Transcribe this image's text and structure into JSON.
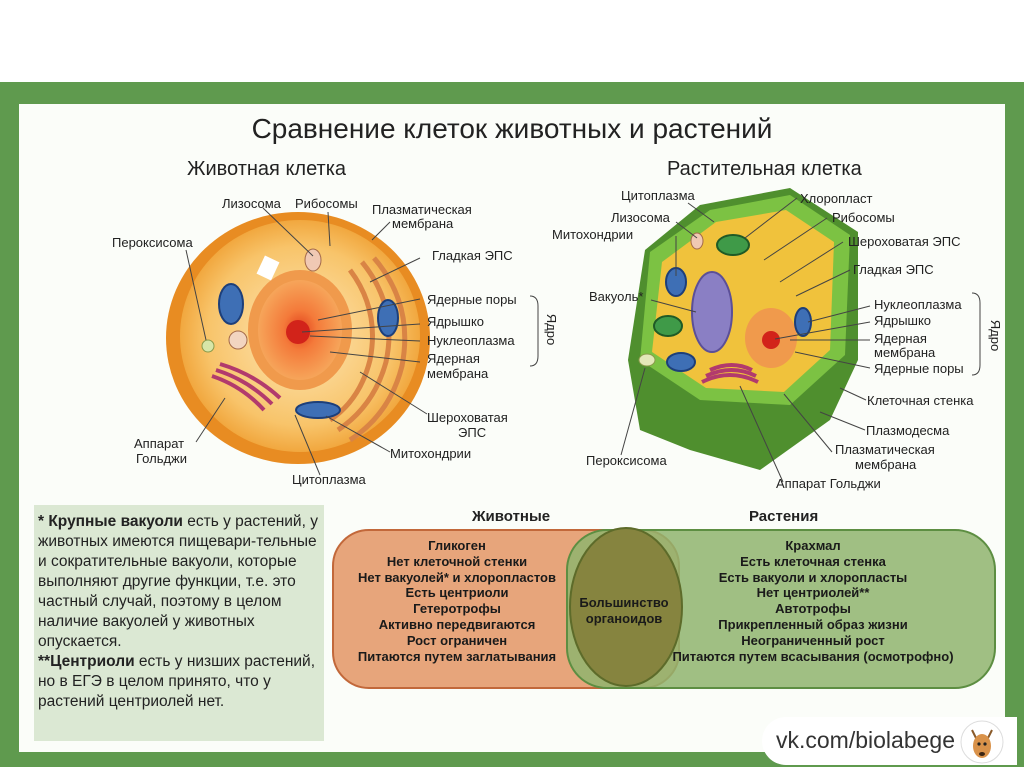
{
  "title": "Сравнение клеток животных и растений",
  "animal": {
    "title": "Животная клетка",
    "labels": {
      "lysosome": "Лизосома",
      "ribosomes": "Рибосомы",
      "plasma_membrane": [
        "Плазматическая",
        "мембрана"
      ],
      "peroxisome": "Пероксисома",
      "smooth_er": "Гладкая ЭПС",
      "nuclear_pores": "Ядерные поры",
      "nucleolus": "Ядрышко",
      "nucleoplasm": "Нуклеоплазма",
      "nuclear_membrane": [
        "Ядерная",
        "мембрана"
      ],
      "nucleus": "Ядро",
      "golgi": [
        "Аппарат",
        "Гольджи"
      ],
      "rough_er": [
        "Шероховатая",
        "ЭПС"
      ],
      "mitochondria": "Митохондрии",
      "cytoplasm": "Цитоплазма"
    }
  },
  "plant": {
    "title": "Растительная клетка",
    "labels": {
      "cytoplasm": "Цитоплазма",
      "lysosome": "Лизосома",
      "mitochondria": "Митохондрии",
      "chloroplast": "Хлоропласт",
      "ribosomes": "Рибосомы",
      "rough_er": "Шероховатая ЭПС",
      "smooth_er": "Гладкая ЭПС",
      "vacuole": "Вакуоль*",
      "nucleoplasm": "Нуклеоплазма",
      "nucleolus": "Ядрышко",
      "nuclear_membrane": [
        "Ядерная",
        "мембрана"
      ],
      "nuclear_pores": "Ядерные поры",
      "nucleus": "Ядро",
      "cell_wall": "Клеточная стенка",
      "plasmodesma": "Плазмодесма",
      "plasma_membrane": [
        "Плазматическая",
        "мембрана"
      ],
      "peroxisome": "Пероксисома",
      "golgi": "Аппарат Гольджи"
    }
  },
  "note": {
    "p1_bold": "* Крупные вакуоли",
    "p1_rest": " есть у растений, у животных имеются пищевари-тельные и сократительные вакуоли, которые выполняют другие функции, т.е. это частный случай, поэтому в целом наличие вакуолей у животных опускается.",
    "p2_bold": "**Центриоли",
    "p2_rest": " есть у низших растений, но в ЕГЭ в целом принято, что у растений центриолей нет."
  },
  "venn": {
    "animals_title": "Животные",
    "plants_title": "Растения",
    "animals": [
      "Гликоген",
      "Нет клеточной стенки",
      "Нет вакуолей* и хлоропластов",
      "Есть центриоли",
      "Гетеротрофы",
      "Активно передвигаются",
      "Рост ограничен",
      "Питаются путем заглатывания"
    ],
    "common": [
      "Большинство",
      "органоидов"
    ],
    "plants": [
      "Крахмал",
      "Есть клеточная стенка",
      "Есть вакуоли и хлоропласты",
      "Нет центриолей**",
      "Автотрофы",
      "Прикрепленный образ жизни",
      "Неограниченный рост",
      "Питаются путем всасывания (осмотрофно)"
    ],
    "colors": {
      "animals": "#e7a57b",
      "plants": "#8fb46f",
      "overlap": "#86843f"
    }
  },
  "footer": {
    "link": "vk.com/biolabege"
  },
  "colors": {
    "frame": "#5f9a4e",
    "note_bg": "#dbe8d3",
    "animal_cell": "#f2a13a",
    "plant_wall": "#6fae3c"
  }
}
